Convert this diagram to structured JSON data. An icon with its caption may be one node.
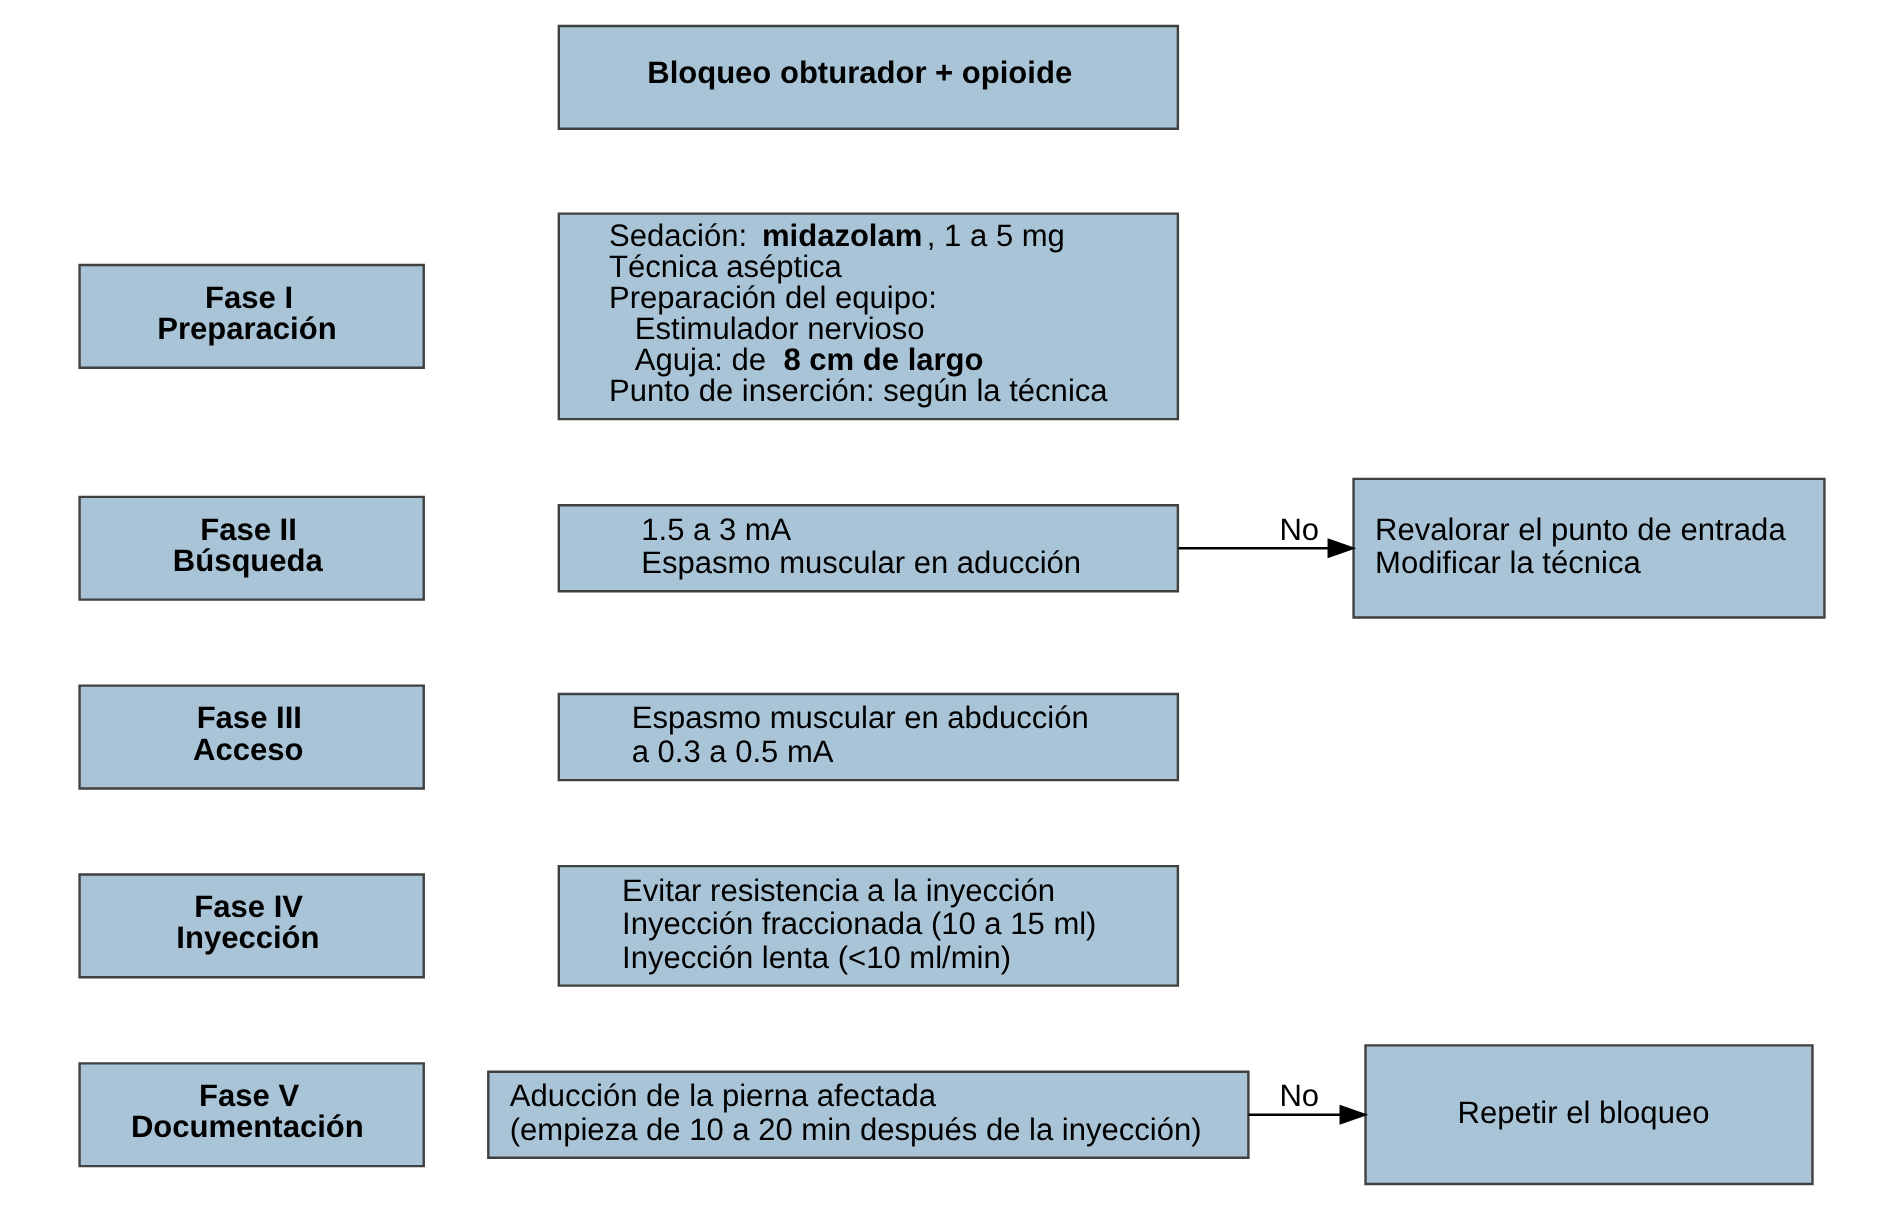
{
  "diagram": {
    "nodes": [
      {
        "text": [
          "Bloqueo obturador + opioide"
        ]
      },
      {
        "text": [
          "Fase I",
          "Preparación"
        ]
      },
      {
        "text": [
          "Sedación: **midazolam**, 1 a 5 mg",
          "Técnica aséptica",
          "Preparación del equipo:",
          "Estimulador nervioso",
          "Aguja: de **8 cm de largo**",
          "Punto de inserción: según la técnica"
        ]
      },
      {
        "text": [
          "Fase II",
          "Búsqueda"
        ]
      },
      {
        "text": [
          "1.5 a 3 mA",
          "Espasmo muscular en aducción"
        ]
      },
      {
        "text": [
          "Revalorar el punto de entrada",
          "Modificar la técnica"
        ]
      },
      {
        "text": [
          "Fase III",
          "Acceso"
        ]
      },
      {
        "text": [
          "Espasmo muscular en abducción",
          "a 0.3 a 0.5 mA"
        ]
      },
      {
        "text": [
          "Fase IV",
          "Inyección"
        ]
      },
      {
        "text": [
          "Evitar resistencia a la inyección",
          "Inyección fraccionada (10 a 15 ml)",
          "Inyección lenta (<10 ml/min)"
        ]
      },
      {
        "text": [
          "Fase V",
          "Documentación"
        ]
      },
      {
        "text": [
          "Aducción de la pierna afectada",
          "(empieza de 10 a 20 min después de la inyección)"
        ]
      },
      {
        "text": [
          "Repetir el bloqueo"
        ]
      }
    ],
    "edges": [
      {
        "from": 4,
        "to": 5,
        "arrow": "to",
        "label": "No"
      },
      {
        "from": 11,
        "to": 12,
        "arrow": "to",
        "label": "No"
      }
    ]
  }
}
